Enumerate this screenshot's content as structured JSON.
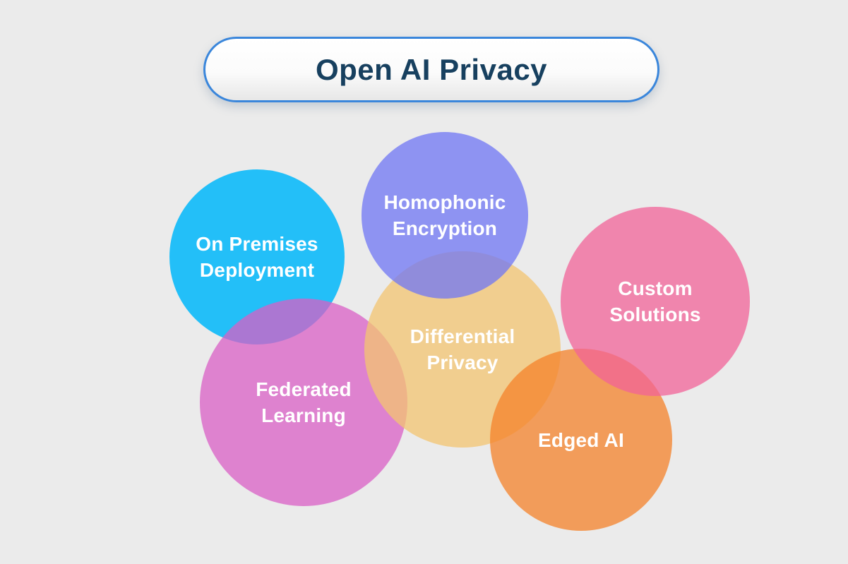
{
  "background_color": "#EBEBEB",
  "title": {
    "label": "Open AI Privacy",
    "text_color": "#17405F",
    "border_color": "#3A86DB",
    "fill": "linear-gradient(180deg, #FFFFFF 0%, #FBFBFB 55%, #E7E7E7 100%)"
  },
  "label_text_color": "#FFFFFF",
  "bubbles": [
    {
      "name": "on-premises-deployment",
      "line1": "On Premises",
      "line2": "Deployment",
      "color": "#22BEF8",
      "fill": "rgba(7,184,249,0.88)"
    },
    {
      "name": "homophonic-encryption",
      "line1": "Homophonic",
      "line2": "Encryption",
      "color": "#8E93F2",
      "fill": "rgba(111,118,244,0.75)"
    },
    {
      "name": "differential-privacy",
      "line1": "Differential",
      "line2": "Privacy",
      "color": "#F1CE8F",
      "fill": "rgba(243,196,112,0.75)"
    },
    {
      "name": "federated-learning",
      "line1": "Federated",
      "line2": "Learning",
      "color": "#DE82CF",
      "fill": "rgba(218,95,198,0.75)"
    },
    {
      "name": "edged-ai",
      "line1": "Edged AI",
      "line2": "",
      "color": "#F29C5A",
      "fill": "rgba(244,130,42,0.75)"
    },
    {
      "name": "custom-solutions",
      "line1": "Custom",
      "line2": "Solutions",
      "color": "#F085AD",
      "fill": "rgba(242,99,152,0.75)"
    }
  ]
}
